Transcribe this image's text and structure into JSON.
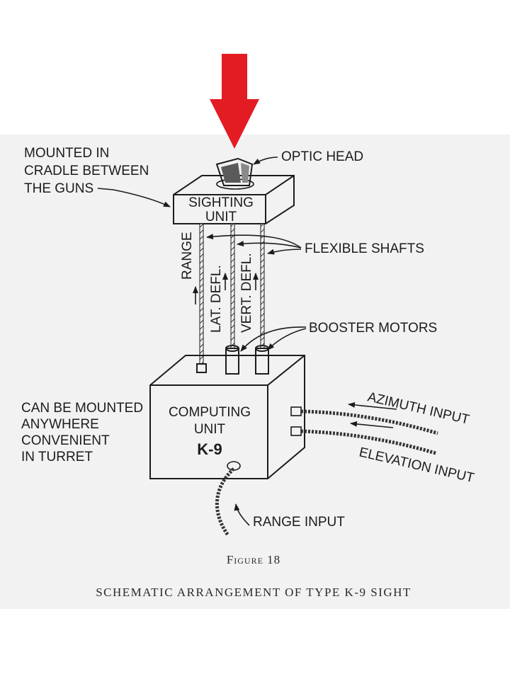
{
  "colors": {
    "pointer_arrow": "#e31b23",
    "ink": "#1c1c1c",
    "paper": "#f2f2f2"
  },
  "labels": {
    "mounted_cradle": [
      "MOUNTED IN",
      "CRADLE BETWEEN",
      "THE GUNS"
    ],
    "optic_head": "OPTIC HEAD",
    "sighting_unit": [
      "SIGHTING",
      "UNIT"
    ],
    "flexible_shafts": "FLEXIBLE SHAFTS",
    "range": "RANGE",
    "lat_defl": "LAT. DEFL.",
    "vert_defl": "VERT. DEFL.",
    "booster_motors": "BOOSTER MOTORS",
    "can_be_mounted": [
      "CAN BE MOUNTED",
      "ANYWHERE",
      "CONVENIENT",
      "IN TURRET"
    ],
    "computing_unit": [
      "COMPUTING",
      "UNIT",
      "K-9"
    ],
    "azimuth_input": "AZIMUTH INPUT",
    "elevation_input": "ELEVATION INPUT",
    "range_input": "RANGE INPUT"
  },
  "caption": {
    "figure": "Figure 18",
    "title": "SCHEMATIC ARRANGEMENT OF TYPE K-9 SIGHT"
  }
}
